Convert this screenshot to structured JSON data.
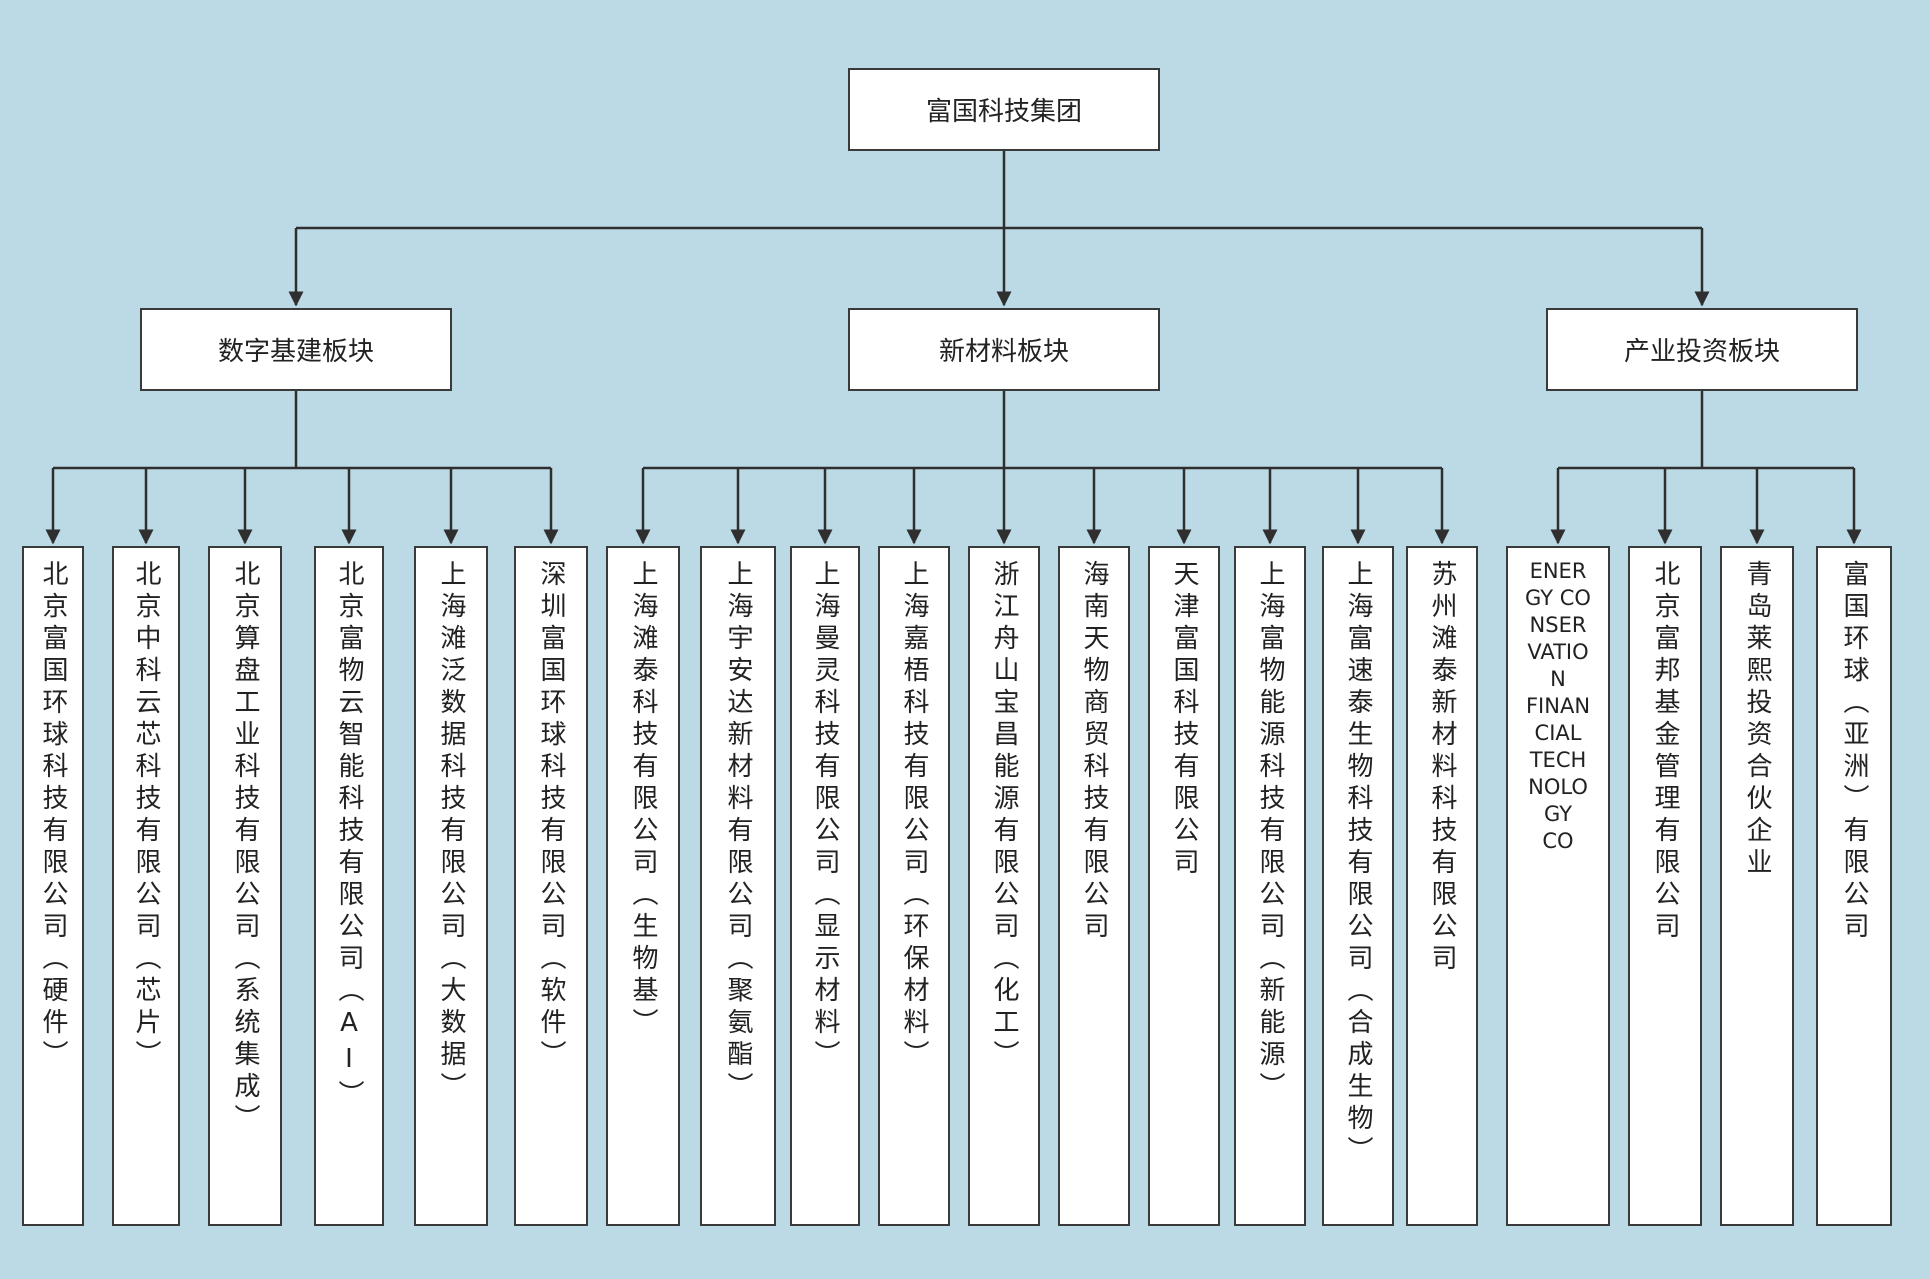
{
  "root": {
    "label": "富国科技集团"
  },
  "sectors": [
    {
      "label": "数字基建板块"
    },
    {
      "label": "新材料板块"
    },
    {
      "label": "产业投资板块"
    }
  ],
  "companies": [
    {
      "label": "北京富国环球科技有限公司（硬件）"
    },
    {
      "label": "北京中科云芯科技有限公司（芯片）"
    },
    {
      "label": "北京算盘工业科技有限公司（系统集成）"
    },
    {
      "label": "北京富物云智能科技有限公司（AI）"
    },
    {
      "label": "上海滩泛数据科技有限公司（大数据）"
    },
    {
      "label": "深圳富国环球科技有限公司（软件）"
    },
    {
      "label": "上海滩泰科技有限公司（生物基）"
    },
    {
      "label": "上海宇安达新材料有限公司（聚氨酯）"
    },
    {
      "label": "上海曼灵科技有限公司（显示材料）"
    },
    {
      "label": "上海嘉梧科技有限公司（环保材料）"
    },
    {
      "label": "浙江舟山宝昌能源有限公司（化工）"
    },
    {
      "label": "海南天物商贸科技有限公司"
    },
    {
      "label": "天津富国科技有限公司"
    },
    {
      "label": "上海富物能源科技有限公司（新能源）"
    },
    {
      "label": "上海富速泰生物科技有限公司（合成生物）"
    },
    {
      "label": "苏州滩泰新材料科技有限公司"
    },
    {
      "label": "ENER\nGY CO\nNSER\nVATIO\nN\nFINAN\nCIAL\nTECH\nNOLO\nGY\nCO"
    },
    {
      "label": "北京富邦基金管理有限公司"
    },
    {
      "label": "青岛莱熙投资合伙企业"
    },
    {
      "label": "富国环球（亚洲）有限公司"
    }
  ],
  "colors": {
    "background": "#bcdae6",
    "box": "#ffffff",
    "line": "#2f2f2f"
  }
}
